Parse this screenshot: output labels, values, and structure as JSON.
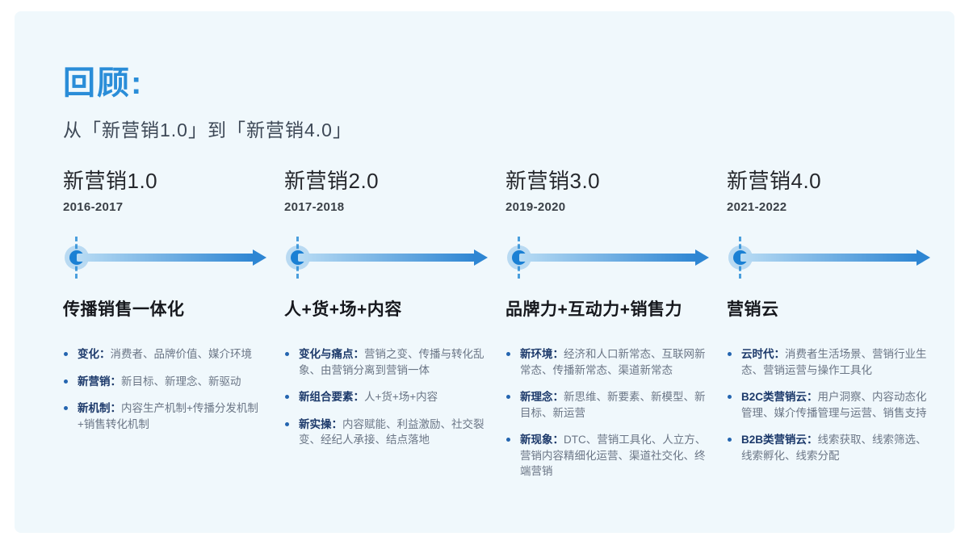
{
  "slide": {
    "title": "回顾:",
    "subtitle": "从「新营销1.0」到「新营销4.0」"
  },
  "colors": {
    "slide_background": "#f0f8fc",
    "title_blue": "#2a8dd8",
    "timeline_dot": "#1a80d4",
    "arrow_gradient_start": "#b9dcf4",
    "arrow_gradient_end": "#2e86d3",
    "bullet_lead_navy": "#1d3a6b",
    "bullet_body_gray": "#6b7686"
  },
  "columns": [
    {
      "heading": "新营销1.0",
      "years": "2016-2017",
      "subtitle": "传播销售一体化",
      "bullets": [
        {
          "lead": "变化：",
          "text": "消费者、品牌价值、媒介环境"
        },
        {
          "lead": "新营销：",
          "text": "新目标、新理念、新驱动"
        },
        {
          "lead": "新机制：",
          "text": "内容生产机制+传播分发机制+销售转化机制"
        }
      ]
    },
    {
      "heading": "新营销2.0",
      "years": "2017-2018",
      "subtitle": "人+货+场+内容",
      "bullets": [
        {
          "lead": "变化与痛点：",
          "text": "营销之变、传播与转化乱象、由营销分离到营销一体"
        },
        {
          "lead": "新组合要素：",
          "text": "人+货+场+内容"
        },
        {
          "lead": "新实操：",
          "text": "内容赋能、利益激励、社交裂变、经纪人承接、结点落地"
        }
      ]
    },
    {
      "heading": "新营销3.0",
      "years": "2019-2020",
      "subtitle": "品牌力+互动力+销售力",
      "bullets": [
        {
          "lead": "新环境：",
          "text": "经济和人口新常态、互联网新常态、传播新常态、渠道新常态"
        },
        {
          "lead": "新理念：",
          "text": "新思维、新要素、新模型、新目标、新运营"
        },
        {
          "lead": "新现象：",
          "text": "DTC、营销工具化、人立方、营销内容精细化运营、渠道社交化、终端营销"
        }
      ]
    },
    {
      "heading": "新营销4.0",
      "years": "2021-2022",
      "subtitle": "营销云",
      "bullets": [
        {
          "lead": "云时代：",
          "text": "消费者生活场景、营销行业生态、营销运营与操作工具化"
        },
        {
          "lead": "B2C类营销云：",
          "text": "用户洞察、内容动态化管理、媒介传播管理与运营、销售支持"
        },
        {
          "lead": "B2B类营销云：",
          "text": "线索获取、线索筛选、线索孵化、线索分配"
        }
      ]
    }
  ]
}
